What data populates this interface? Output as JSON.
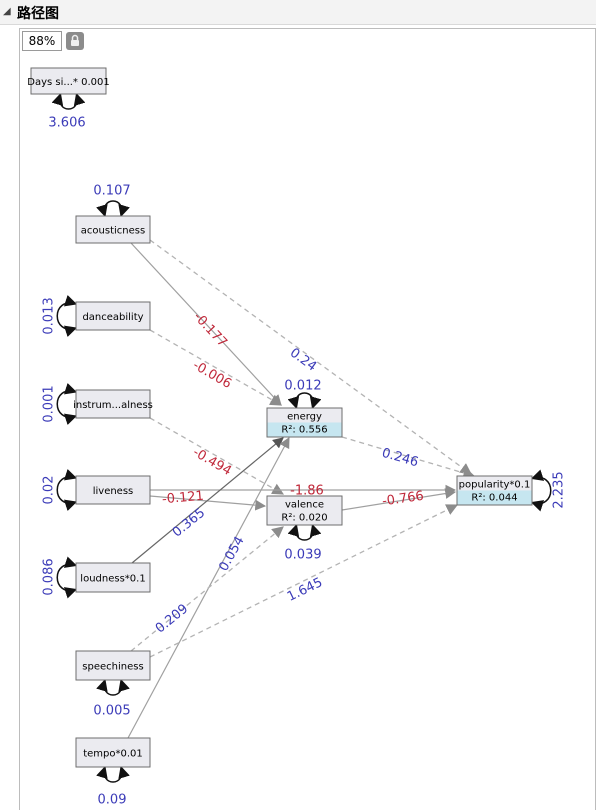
{
  "panel_title": "路径图",
  "zoom_value": "88%",
  "nodes": [
    {
      "id": "days",
      "label": "Days si...* 0.001",
      "r2": ""
    },
    {
      "id": "acousticness",
      "label": "acousticness",
      "r2": ""
    },
    {
      "id": "danceability",
      "label": "danceability",
      "r2": ""
    },
    {
      "id": "instrumentalness",
      "label": "instrum...alness",
      "r2": ""
    },
    {
      "id": "liveness",
      "label": "liveness",
      "r2": ""
    },
    {
      "id": "loudness",
      "label": "loudness*0.1",
      "r2": ""
    },
    {
      "id": "speechiness",
      "label": "speechiness",
      "r2": ""
    },
    {
      "id": "tempo",
      "label": "tempo*0.01",
      "r2": ""
    },
    {
      "id": "energy",
      "label": "energy",
      "r2": "R²: 0.556"
    },
    {
      "id": "valence",
      "label": "valence",
      "r2": "R²: 0.020"
    },
    {
      "id": "popularity",
      "label": "popularity*0.1",
      "r2": "R²: 0.044"
    }
  ],
  "variances": [
    {
      "node": "days",
      "value": "3.606"
    },
    {
      "node": "acousticness",
      "value": "0.107"
    },
    {
      "node": "danceability",
      "value": "0.013"
    },
    {
      "node": "instrumentalness",
      "value": "0.001"
    },
    {
      "node": "liveness",
      "value": "0.02"
    },
    {
      "node": "loudness",
      "value": "0.086"
    },
    {
      "node": "speechiness",
      "value": "0.005"
    },
    {
      "node": "tempo",
      "value": "0.09"
    },
    {
      "node": "energy",
      "value": "0.012"
    },
    {
      "node": "valence",
      "value": "0.039"
    },
    {
      "node": "popularity",
      "value": "2.235"
    }
  ],
  "paths": [
    {
      "from": "acousticness",
      "to": "energy",
      "value": "-0.177",
      "style": "solid",
      "sign": "neg"
    },
    {
      "from": "acousticness",
      "to": "popularity",
      "value": "0.24",
      "style": "dashed",
      "sign": "pos"
    },
    {
      "from": "danceability",
      "to": "energy",
      "value": "-0.006",
      "style": "dashed",
      "sign": "neg"
    },
    {
      "from": "instrumentalness",
      "to": "valence",
      "value": "-0.494",
      "style": "dashed",
      "sign": "neg"
    },
    {
      "from": "liveness",
      "to": "popularity",
      "value": "-1.86",
      "style": "solid",
      "sign": "neg"
    },
    {
      "from": "liveness",
      "to": "valence",
      "value": "-0.121",
      "style": "solid",
      "sign": "neg"
    },
    {
      "from": "loudness",
      "to": "energy",
      "value": "0.365",
      "style": "solid",
      "sign": "pos"
    },
    {
      "from": "tempo",
      "to": "energy",
      "value": "0.054",
      "style": "solid",
      "sign": "pos"
    },
    {
      "from": "speechiness",
      "to": "valence",
      "value": "0.209",
      "style": "dashed",
      "sign": "pos"
    },
    {
      "from": "speechiness",
      "to": "popularity",
      "value": "1.645",
      "style": "dashed",
      "sign": "pos"
    },
    {
      "from": "energy",
      "to": "popularity",
      "value": "0.246",
      "style": "dashed",
      "sign": "pos"
    },
    {
      "from": "valence",
      "to": "popularity",
      "value": "-0.766",
      "style": "solid",
      "sign": "neg"
    }
  ],
  "colors": {
    "positive": "#3b3bb8",
    "negative": "#c0283a",
    "node_fill": "#ebebf0",
    "r2_fill": "#c6e6f0",
    "edge": "#a6a6a6"
  }
}
